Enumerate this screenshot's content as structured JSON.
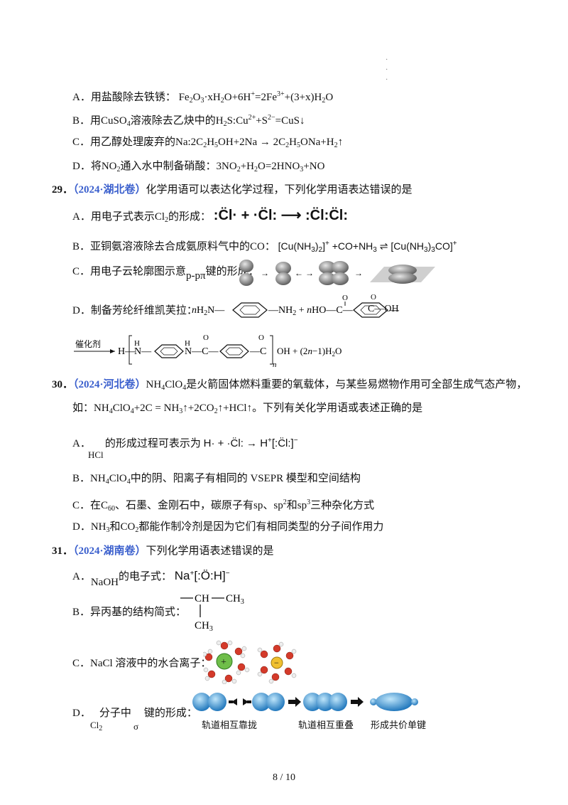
{
  "q28": {
    "A_prefix": "A．用盐酸除去铁锈：",
    "B_prefix": "B．用",
    "B_mid": "溶液除去乙炔中的",
    "C_prefix": "C．用乙醇处理废弃的",
    "D_prefix": "D．将",
    "D_mid": "通入水中制备硝酸："
  },
  "q29": {
    "num": "29．",
    "source": "（2024·湖北卷）",
    "stem": "化学用语可以表达化学过程，下列化学用语表达错误的是",
    "A": "A．用电子式表示Cl",
    "A_tail": "的形成：",
    "B": "B．亚铜氨溶液除去合成氨原料气中的",
    "B_co": "CO",
    "C": "C．用电子云轮廓图示意",
    "C_tail": "键的形成：",
    "C_bond": "p-pπ",
    "D": "D．制备芳纶纤维凯芙拉：",
    "catalyst": "催化剂"
  },
  "q30": {
    "num": "30．",
    "source": "（2024·河北卷）",
    "stem_tail": "是火箭固体燃料重要的氧载体，与某些易燃物作用可全部生成气态产物，",
    "line2_prefix": "如：",
    "line2_tail": "。下列有关化学用语或表述正确的是",
    "A": "A．",
    "A_tail": "的形成过程可表示为",
    "A_hcl": "HCl",
    "B_tail": "中的阴、阳离子有相同的 VSEPR 模型和空间结构",
    "C_prefix": "C．在",
    "C_mid": "、石墨、金刚石中，碳原子有",
    "C_and": "和",
    "C_tail": "三种杂化方式",
    "D_prefix": "D．",
    "D_and": "和",
    "D_tail": "都能作制冷剂是因为它们有相同类型的分子间作用力"
  },
  "q31": {
    "num": "31．",
    "source": "（2024·湖南卷）",
    "stem": "下列化学用语表述错误的是",
    "A": "A．",
    "A_naoh": "NaOH",
    "A_tail": "的电子式：",
    "B": "B．异丙基的结构简式：",
    "C": "C．NaCl 溶液中的水合离子：",
    "D": "D．",
    "D_cl2": "Cl",
    "D_mid": "分子中",
    "D_sigma": "σ",
    "D_tail": "键的形成：",
    "orbital_labels": [
      "轨道相互靠拢",
      "轨道相互重叠",
      "形成共价单键"
    ]
  },
  "page": {
    "current": "8",
    "sep": "/",
    "total": "10"
  }
}
